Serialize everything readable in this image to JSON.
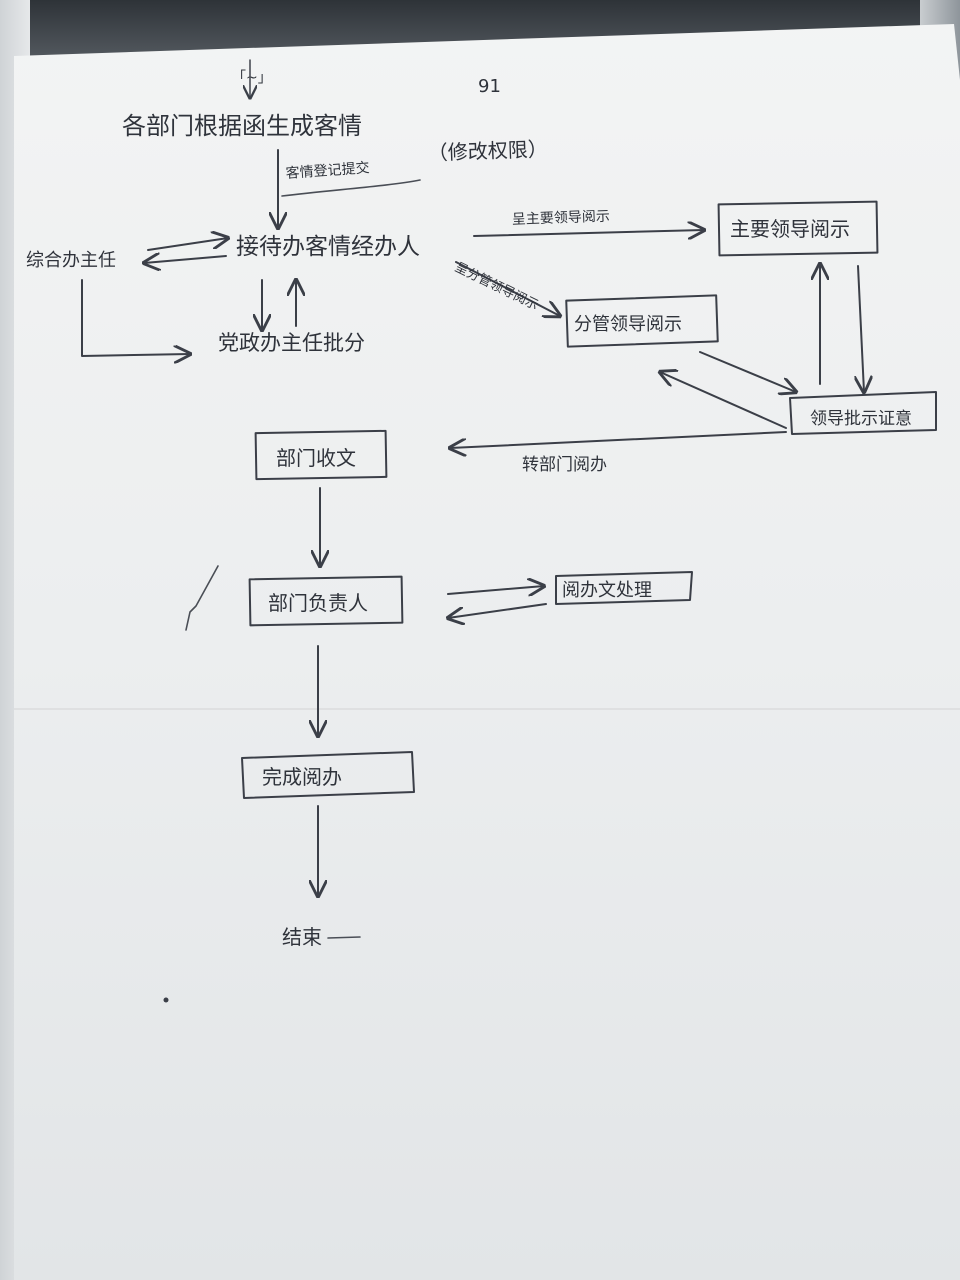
{
  "page_number": "91",
  "nodes": {
    "start_mark": "「~」",
    "source": "各部门根据函生成客情",
    "permission_note": "（修改权限）",
    "handler": "接待办客情经办人",
    "office_director": "综合办主任",
    "party_office_director": "党政办主任批分",
    "main_leader": "主要领导阅示",
    "branch_leader": "分管领导阅示",
    "leader_instruction": "领导批示证意",
    "dept_receive": "部门收文",
    "dept_head": "部门负责人",
    "staff_handle": "阅办文处理",
    "complete": "完成阅办",
    "end": "结束"
  },
  "edges": {
    "register_submit": "客情登记提交",
    "to_main_leader": "呈主要领导阅示",
    "to_branch_leader": "呈分管领导阅示",
    "transfer_dept": "转部门阅办"
  }
}
